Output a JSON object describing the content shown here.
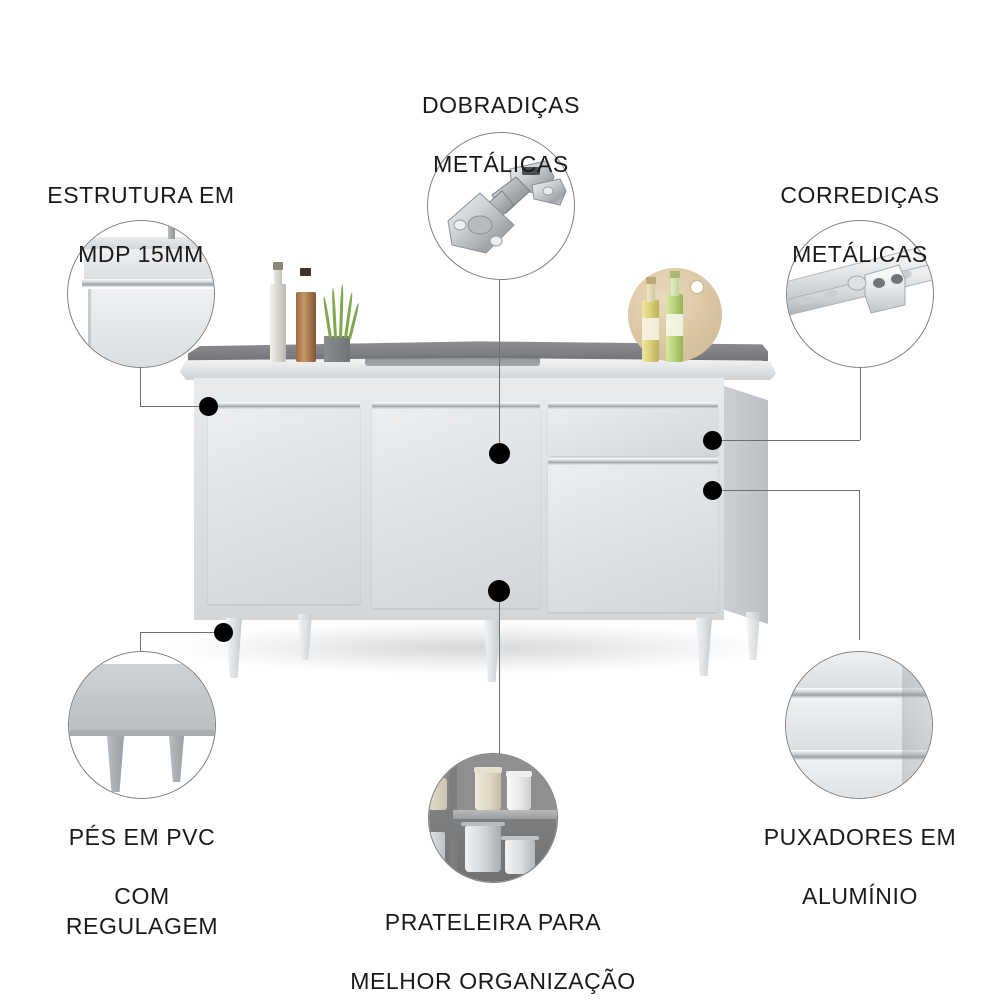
{
  "page": {
    "title": "Infográfico de características do balcão de cozinha",
    "background_color": "#ffffff",
    "text_color": "#1a1a1a",
    "line_color": "#6f6f6f",
    "dot_color": "#000000"
  },
  "features": [
    {
      "id": "estrutura",
      "label": "ESTRUTURA EM\nMDP 15MM",
      "icon": "cabinet-structure-icon",
      "position": "top-left",
      "label_line_1": "ESTRUTURA EM",
      "label_line_2": "MDP 15MM"
    },
    {
      "id": "dobradicas",
      "label": "DOBRADIÇAS\nMETÁLICAS",
      "icon": "metal-hinge-icon",
      "position": "top-center",
      "label_line_1": "DOBRADIÇAS",
      "label_line_2": "METÁLICAS"
    },
    {
      "id": "corredicas",
      "label": "CORREDIÇAS\nMETÁLICAS",
      "icon": "drawer-slide-icon",
      "position": "top-right",
      "label_line_1": "CORREDIÇAS",
      "label_line_2": "METÁLICAS"
    },
    {
      "id": "pes",
      "label": "PÉS EM PVC\nCOM REGULAGEM",
      "icon": "pvc-feet-icon",
      "position": "bottom-left",
      "label_line_1": "PÉS EM PVC",
      "label_line_2": "COM REGULAGEM"
    },
    {
      "id": "prateleira",
      "label": "PRATELEIRA PARA\nMELHOR ORGANIZAÇÃO",
      "icon": "interior-shelf-icon",
      "position": "bottom-center",
      "label_line_1": "PRATELEIRA PARA",
      "label_line_2": "MELHOR ORGANIZAÇÃO"
    },
    {
      "id": "puxadores",
      "label": "PUXADORES EM\nALUMÍNIO",
      "icon": "aluminium-handle-icon",
      "position": "bottom-right",
      "label_line_1": "PUXADORES EM",
      "label_line_2": "ALUMÍNIO"
    }
  ],
  "product": {
    "name": "balcao-de-cozinha",
    "body_color": "#e0e3e6",
    "countertop_color": "#e9ebed",
    "backsplash_color": "#7f8184",
    "handle_color": "#c8ccd0",
    "feet_color": "#dcdfe2",
    "doors": 3,
    "drawers": 1,
    "decor": [
      "oil-bottle-clear",
      "oil-bottle-copper",
      "potted-grass",
      "cutting-board-round",
      "oil-bottle-yellow",
      "oil-bottle-green"
    ]
  }
}
